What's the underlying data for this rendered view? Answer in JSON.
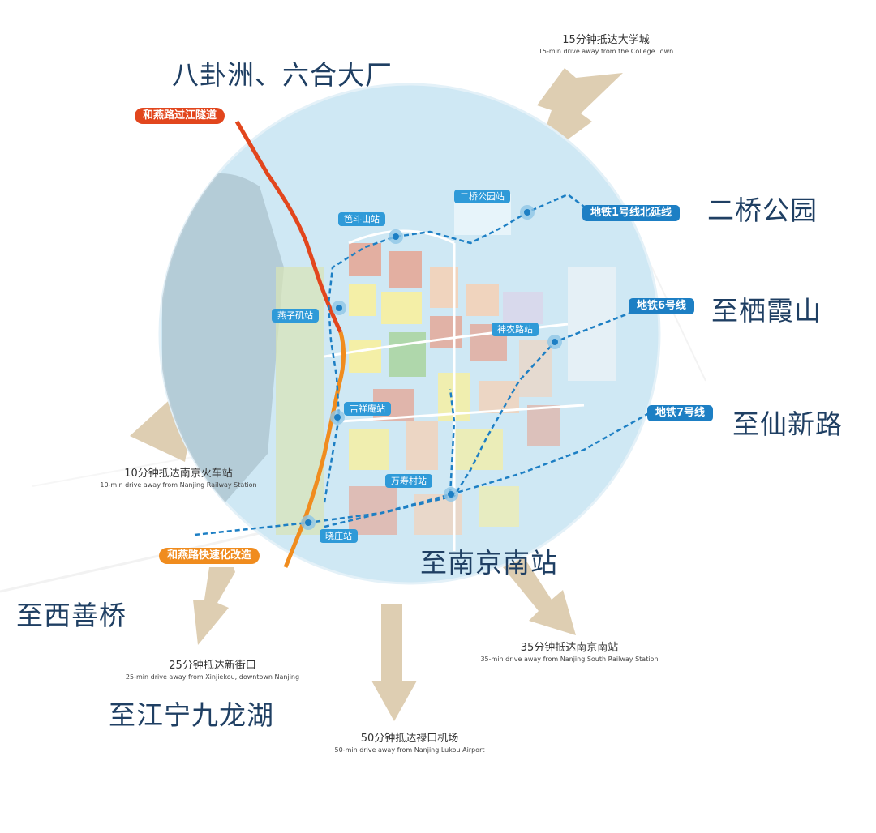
{
  "place_labels": {
    "bagua": "八卦洲、六合大厂",
    "erqiao": "二桥公园",
    "qixia": "至栖霞山",
    "xianxin": "至仙新路",
    "nanjing_south": "至南京南站",
    "xishan": "至西善桥",
    "jiangning": "至江宁九龙湖"
  },
  "road_labels": {
    "tunnel": "和燕路过江隧道",
    "express": "和燕路快速化改造"
  },
  "metro_labels": {
    "line1": "地铁1号线北延线",
    "line6": "地铁6号线",
    "line7": "地铁7号线"
  },
  "stations": {
    "erqiao": "二桥公园站",
    "mudoushan": "笆斗山站",
    "yanziji": "燕子矶站",
    "shennonglu": "神农路站",
    "jixiangan": "吉祥庵站",
    "wanshoucun": "万寿村站",
    "xiaozhuang": "晓庄站"
  },
  "destinations": {
    "college": {
      "cn": "15分钟抵达大学城",
      "en": "15-min drive away from the College Town"
    },
    "railway": {
      "cn": "10分钟抵达南京火车站",
      "en": "10-min drive away from Nanjing Railway Station"
    },
    "xinjiekou": {
      "cn": "25分钟抵达新街口",
      "en": "25-min drive away from Xinjiekou, downtown Nanjing"
    },
    "airport": {
      "cn": "50分钟抵达禄口机场",
      "en": "50-min drive away from Nanjing Lukou Airport"
    },
    "south": {
      "cn": "35分钟抵达南京南站",
      "en": "35-min drive away from Nanjing South Railway Station"
    }
  },
  "colors": {
    "circle_fill": "#cfe8f4",
    "tunnel_red": "#e2461d",
    "express_orange": "#f08c1e",
    "metro_blue": "#1d7fc4",
    "arrow_tan": "#d8c5a4",
    "label_navy": "#1f3f63"
  }
}
